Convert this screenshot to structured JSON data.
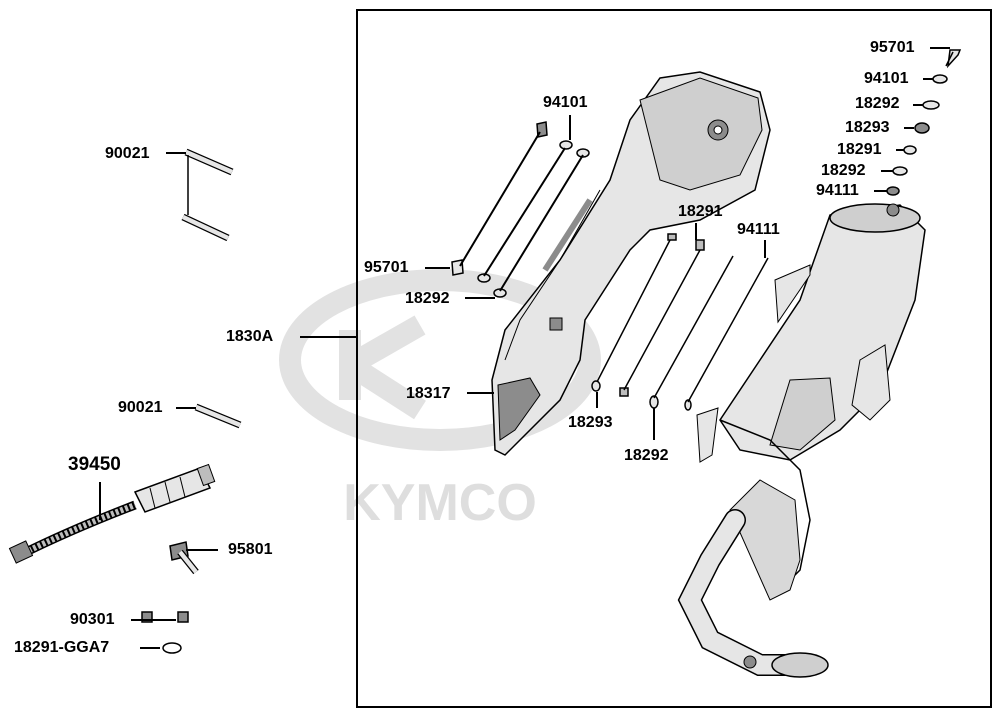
{
  "watermark": "KYMCO",
  "colors": {
    "line": "#000000",
    "part_fill": "#e6e6e6",
    "part_dark": "#8c8c8c",
    "watermark": "#dedede"
  },
  "labels": {
    "p95701_top": "95701",
    "p94101_top": "94101",
    "p18292_top": "18292",
    "p18293_top": "18293",
    "p18291_top": "18291",
    "p18292_mid": "18292",
    "p94111_top": "94111",
    "p94101_shield": "94101",
    "p95701_shield": "95701",
    "p18292_shield": "18292",
    "p18291_clip": "18291",
    "p94111_clip": "94111",
    "p18293_clip": "18293",
    "p18292_clip": "18292",
    "p18317": "18317",
    "p1830A": "1830A",
    "p90021_a": "90021",
    "p90021_b": "90021",
    "p39450": "39450",
    "p95801": "95801",
    "p90301": "90301",
    "p18291_gga7": "18291-GGA7"
  }
}
